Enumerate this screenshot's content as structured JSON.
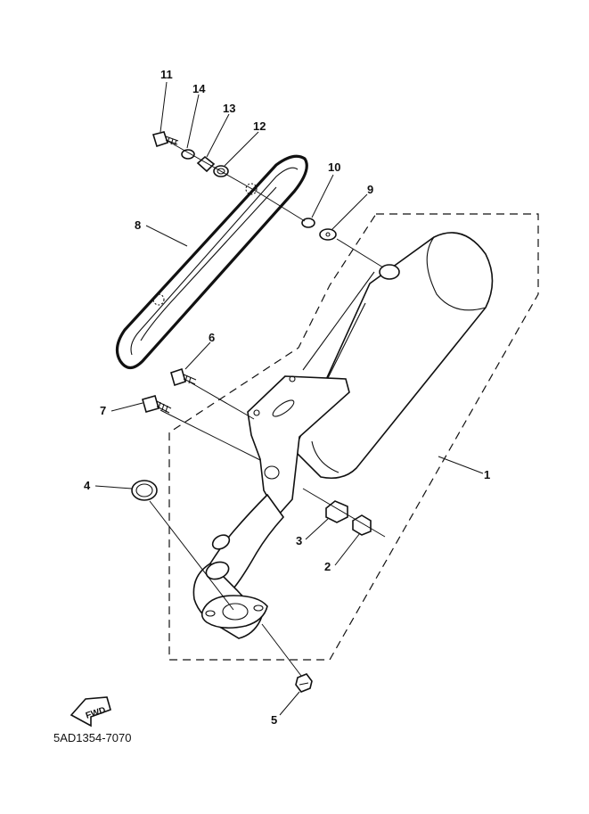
{
  "callouts": [
    {
      "id": "1",
      "text": "1"
    },
    {
      "id": "2",
      "text": "2"
    },
    {
      "id": "3",
      "text": "3"
    },
    {
      "id": "4",
      "text": "4"
    },
    {
      "id": "5",
      "text": "5"
    },
    {
      "id": "6",
      "text": "6"
    },
    {
      "id": "7",
      "text": "7"
    },
    {
      "id": "8",
      "text": "8"
    },
    {
      "id": "9",
      "text": "9"
    },
    {
      "id": "10",
      "text": "10"
    },
    {
      "id": "11",
      "text": "11"
    },
    {
      "id": "12",
      "text": "12"
    },
    {
      "id": "13",
      "text": "13"
    },
    {
      "id": "14",
      "text": "14"
    }
  ],
  "fwd_label": "FWD",
  "diagram_code": "5AD1354-7070",
  "colors": {
    "line": "#111111",
    "background": "#ffffff"
  }
}
